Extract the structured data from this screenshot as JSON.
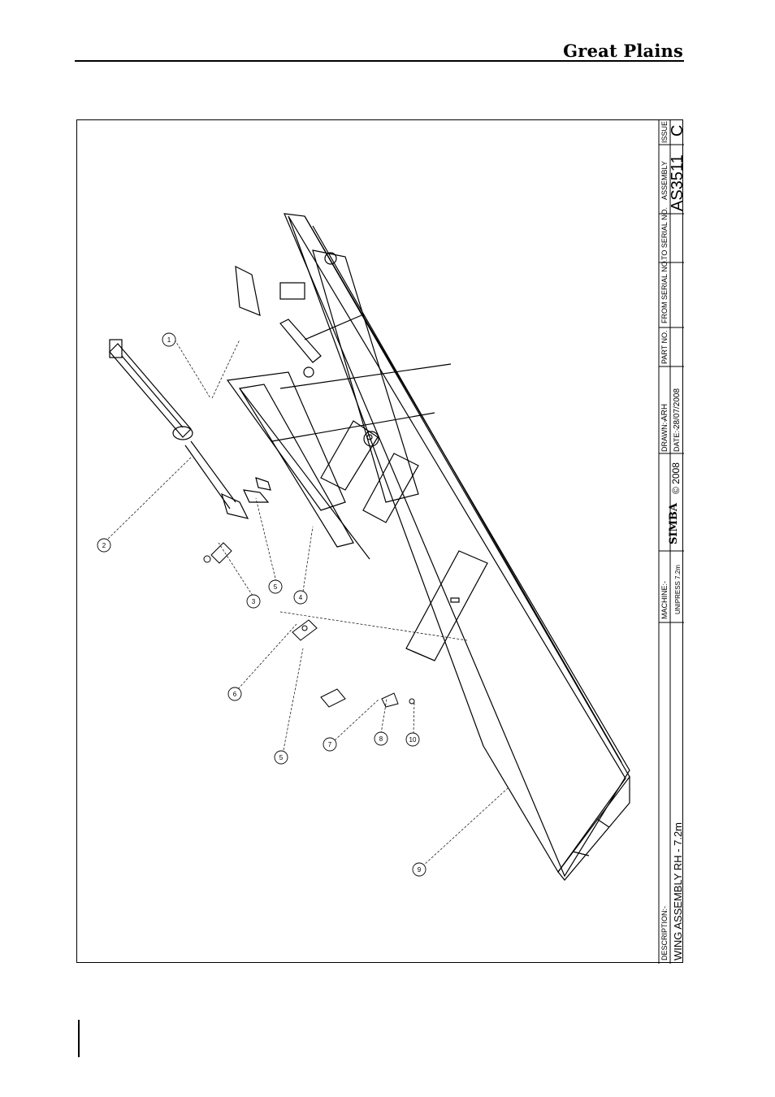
{
  "header": {
    "brand": "Great Plains"
  },
  "title_block": {
    "description_label": "DESCRIPTION:-",
    "description": "WING ASSEMBLY RH - 7.2m",
    "machine_label": "MACHINE:-",
    "machine": "UNIPRESS 7.2m",
    "logo_text": "SIMBA",
    "copyright": "© 2008",
    "drawn_label": "DRAWN:-",
    "drawn": "ARH",
    "date_label": "DATE:-",
    "date": "28/07/2008",
    "part_no_label": "PART NO.",
    "from_serial_label": "FROM SERIAL NO.",
    "to_serial_label": "TO SERIAL NO.",
    "assembly_label": "ASSEMBLY",
    "assembly": "AS3511",
    "issue_label": "ISSUE",
    "issue": "C"
  },
  "callouts": [
    "1",
    "2",
    "3",
    "4",
    "5",
    "5",
    "6",
    "7",
    "8",
    "9",
    "10"
  ]
}
